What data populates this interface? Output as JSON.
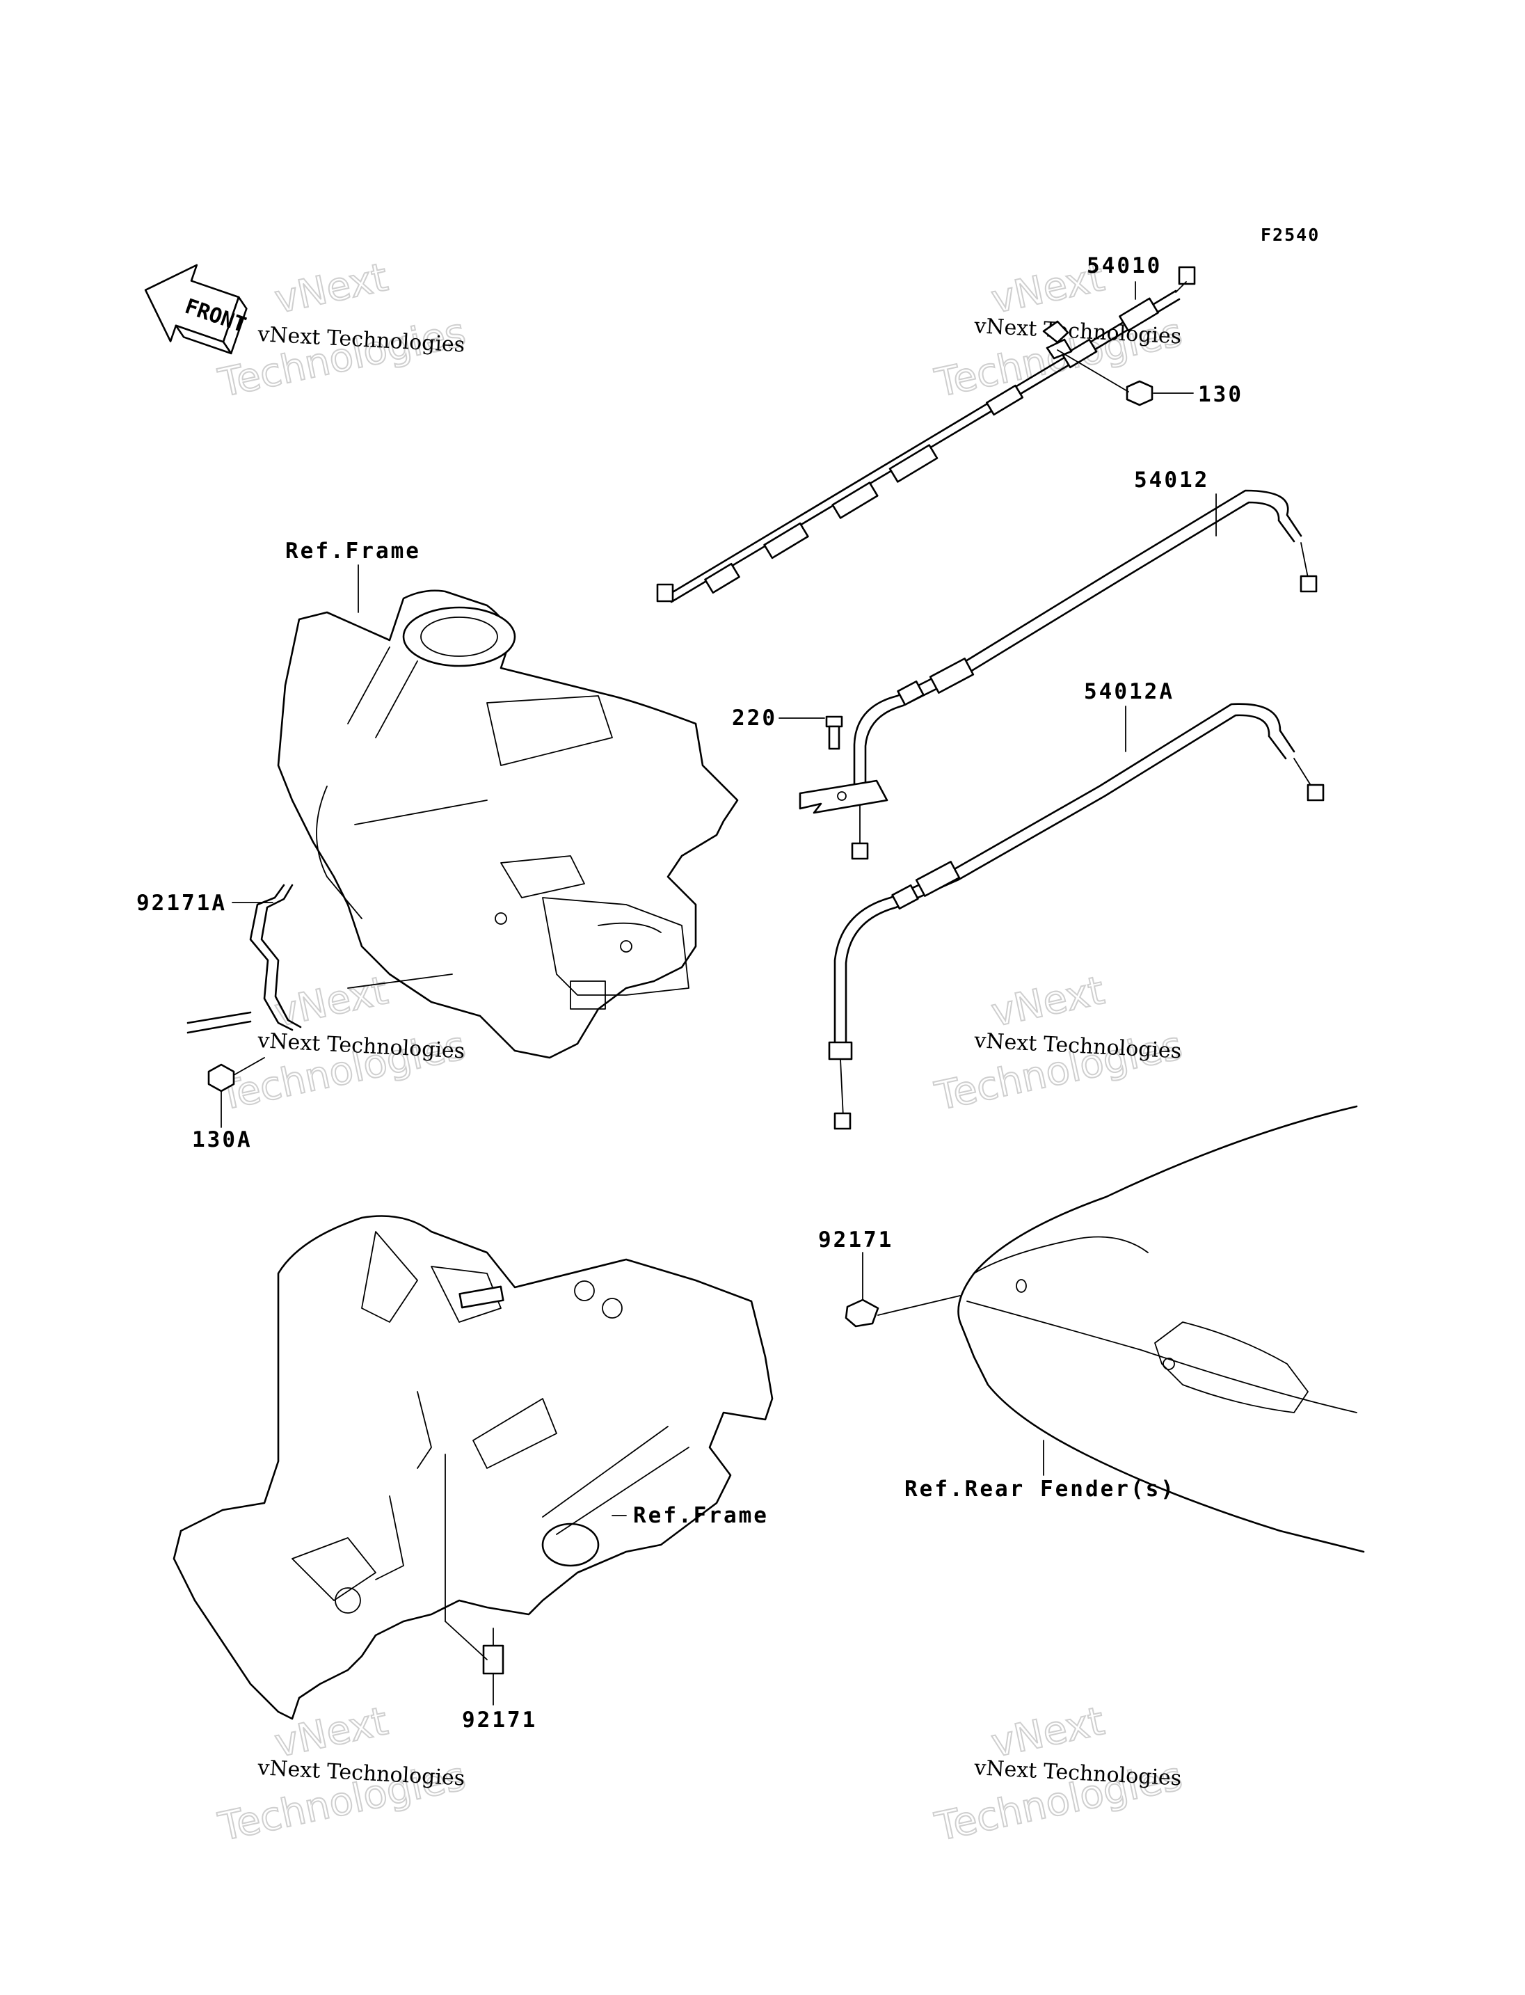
{
  "figure_code": "F2540",
  "direction_label": "FRONT",
  "parts": {
    "p54010": "54010",
    "p130": "130",
    "p54012": "54012",
    "p54012A": "54012A",
    "p220": "220",
    "p92171A": "92171A",
    "p130A": "130A",
    "p92171_rear": "92171",
    "p92171_lower": "92171"
  },
  "references": {
    "frame_upper": "Ref.Frame",
    "frame_lower": "Ref.Frame",
    "rear_fender": "Ref.Rear Fender(s)"
  },
  "watermark": {
    "line1": "vNext",
    "line2": "vNext Technologies",
    "line3": "Technologies"
  }
}
